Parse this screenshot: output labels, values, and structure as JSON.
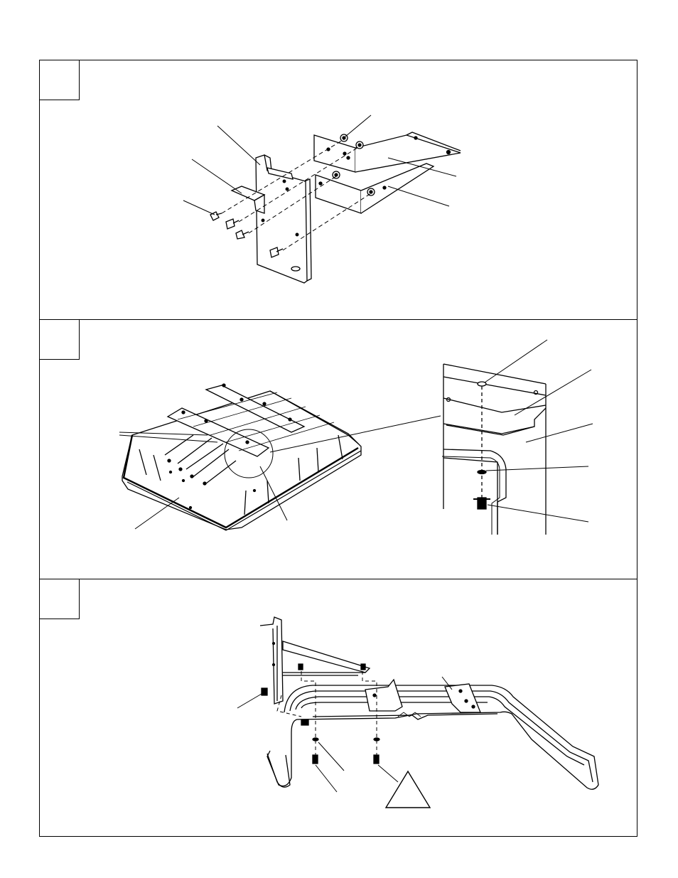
{
  "page": {
    "panels": [
      {
        "id": "step-1",
        "step_label": ""
      },
      {
        "id": "step-2",
        "step_label": ""
      },
      {
        "id": "step-3",
        "step_label": ""
      }
    ],
    "warning_symbol": "triangle-icon"
  }
}
